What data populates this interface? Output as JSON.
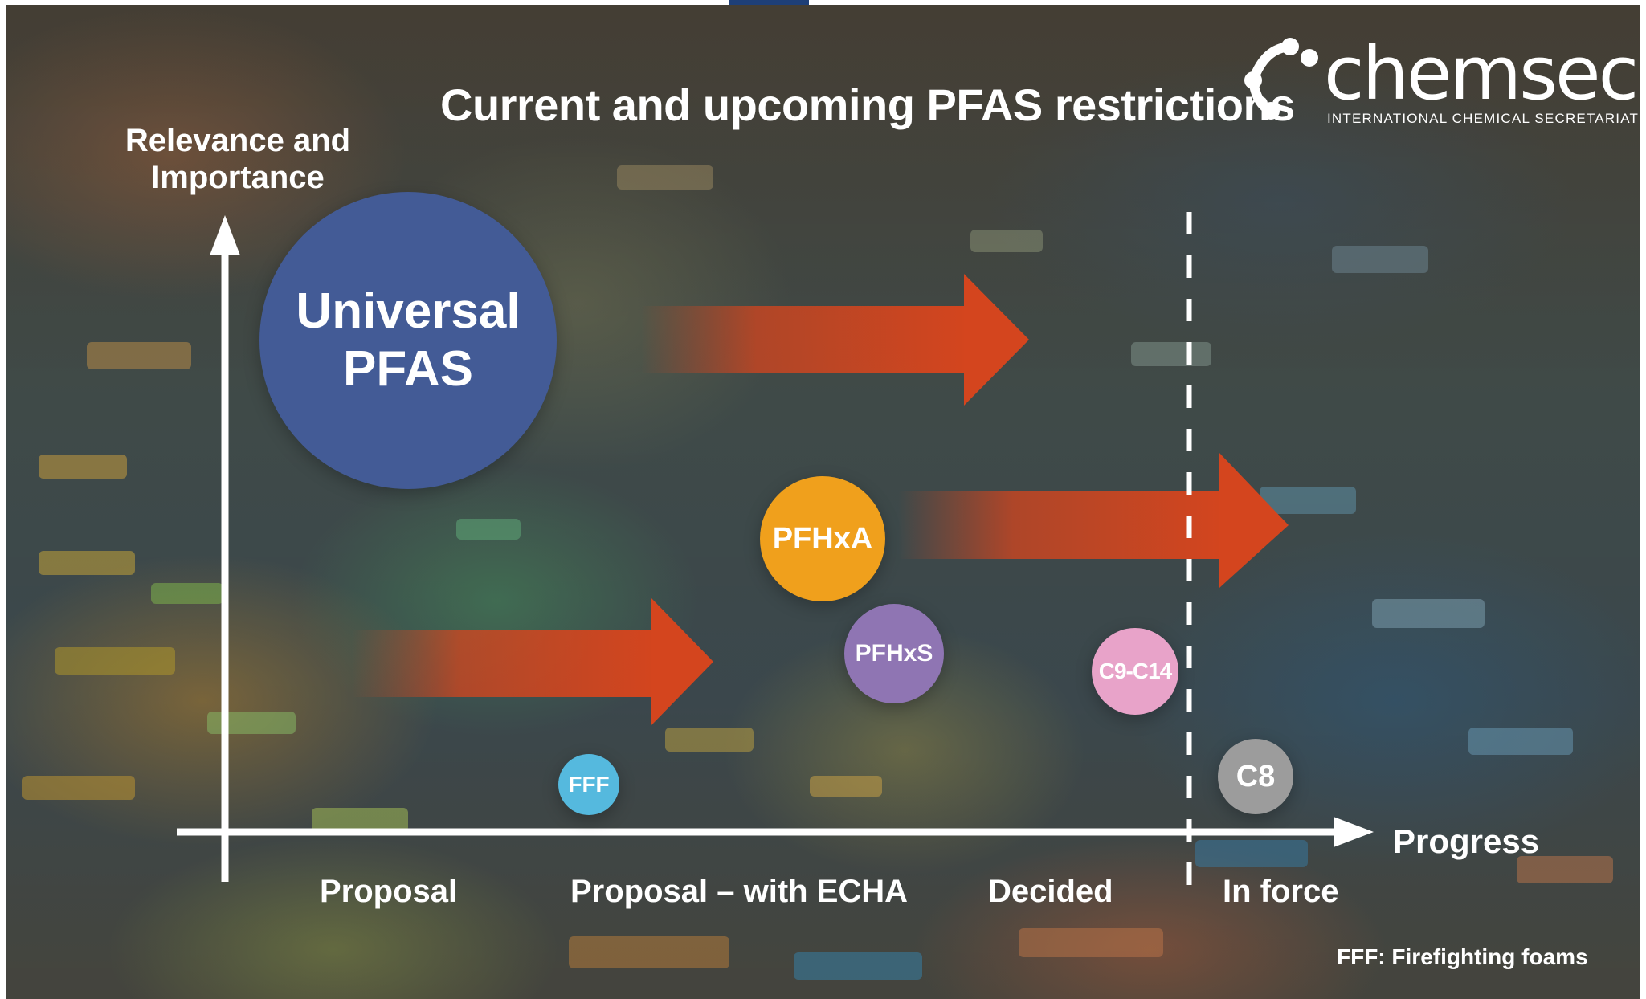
{
  "title": "Current and upcoming PFAS restrictions",
  "y_axis_label_line1": "Relevance and",
  "y_axis_label_line2": "Importance",
  "x_axis_label": "Progress",
  "stages": [
    "Proposal",
    "Proposal – with ECHA",
    "Decided",
    "In force"
  ],
  "bubbles": {
    "universal_line1": "Universal",
    "universal_line2": "PFAS",
    "pfhxa": "PFHxA",
    "pfhxs": "PFHxS",
    "c9_c14": "C9-C14",
    "fff": "FFF",
    "c8": "C8"
  },
  "footnote": "FFF: Firefighting foams",
  "logo": {
    "name": "chemsec",
    "subtitle": "INTERNATIONAL CHEMICAL SECRETARIAT"
  },
  "colors": {
    "universal": "#435b96",
    "pfhxa": "#f0a01c",
    "pfhxs": "#8f75b3",
    "c9_c14": "#e8a3c9",
    "fff": "#55b9de",
    "c8": "#9c9c9c",
    "arrow": "#d4451e",
    "axis": "#ffffff"
  }
}
